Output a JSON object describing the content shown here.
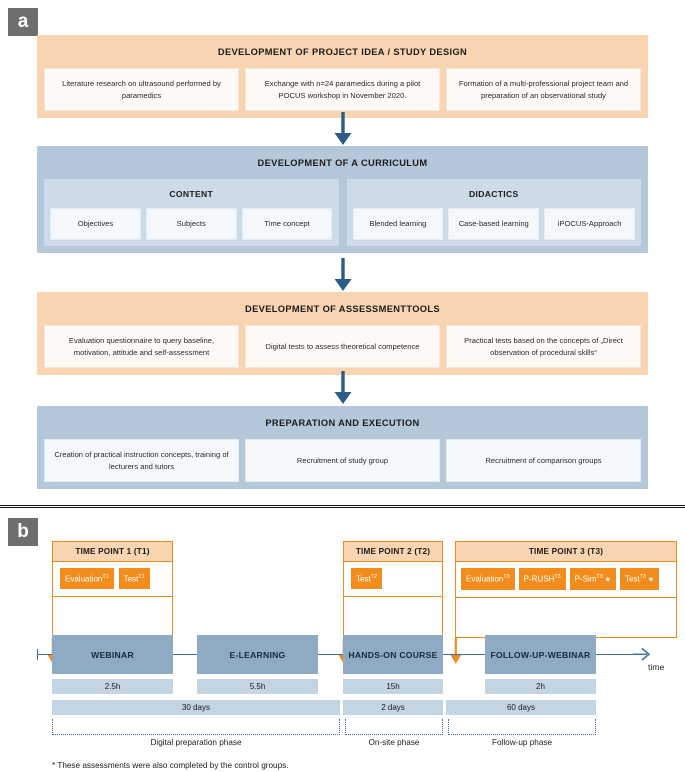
{
  "panels": {
    "a": {
      "tag": "a"
    },
    "b": {
      "tag": "b"
    }
  },
  "flowchart": {
    "stages": [
      {
        "title": "DEVELOPMENT OF PROJECT IDEA / STUDY DESIGN",
        "color": "#f8d5b0",
        "cells": [
          "Literature research on ultrasound performed by paramedics",
          "Exchange with n=24 paramedics during a pilot POCUS workshop in November 2020.",
          "Formation of a multi-professional project team and preparation of an observational study"
        ]
      },
      {
        "title": "DEVELOPMENT OF A CURRICULUM",
        "color": "#b5c8da",
        "groups": [
          {
            "title": "CONTENT",
            "cells": [
              "Objectives",
              "Subjects",
              "Time concept"
            ]
          },
          {
            "title": "DIDACTICS",
            "cells": [
              "Blended learning",
              "Case-based learning",
              "iPOCUS-Approach"
            ]
          }
        ]
      },
      {
        "title": "DEVELOPMENT OF ASSESSMENTTOOLS",
        "color": "#f8d5b0",
        "cells": [
          "Evaluation questionnaire to query baseline, motivation, attitude and self-assessment",
          "Digital tests to assess theoretical competence",
          "Practical tests based on the concepts of „Direct observation of procedural skills“"
        ]
      },
      {
        "title": "PREPARATION AND EXECUTION",
        "color": "#b5c8da",
        "cells": [
          "Creation of practical instruction concepts, training of lecturers and tutors",
          "Recruitment of study group",
          "Recruitment of comparison groups"
        ]
      }
    ],
    "connector_icon": "arrow-down-icon"
  },
  "timeline": {
    "time_points": [
      {
        "title": "TIME POINT 1 (T1)",
        "assessments": [
          {
            "name": "Evaluation",
            "sup": "T1",
            "star": false
          },
          {
            "name": "Test",
            "sup": "T1",
            "star": false
          }
        ]
      },
      {
        "title": "TIME POINT 2 (T2)",
        "assessments": [
          {
            "name": "Test",
            "sup": "T2",
            "star": false
          }
        ]
      },
      {
        "title": "TIME POINT 3 (T3)",
        "assessments": [
          {
            "name": "Evaluation",
            "sup": "T3",
            "star": false
          },
          {
            "name": "P-RUSH",
            "sup": "T3",
            "star": false
          },
          {
            "name": "P-Sim",
            "sup": "T3",
            "star": true
          },
          {
            "name": "Test",
            "sup": "T3",
            "star": true
          }
        ]
      }
    ],
    "steps": [
      {
        "label": "WEBINAR",
        "duration": "2.5h"
      },
      {
        "label": "E-LEARNING",
        "duration": "5.5h"
      },
      {
        "label": "HANDS-ON COURSE",
        "duration": "15h"
      },
      {
        "label": "FOLLOW-UP-WEBINAR",
        "duration": "2h"
      }
    ],
    "spans": [
      {
        "label": "30 days"
      },
      {
        "label": "2 days"
      },
      {
        "label": "60 days"
      }
    ],
    "phases": [
      {
        "label": "Digital preparation phase"
      },
      {
        "label": "On-site phase"
      },
      {
        "label": "Follow-up phase"
      }
    ],
    "axis_label": "time",
    "footnote": "* These assessments were also completed by the control groups.",
    "colors": {
      "orange": "#f28c1c",
      "orange_light": "#f8d5b0",
      "blue_step": "#8fabc4",
      "blue_span": "#c3d4e2",
      "axis": "#3f6e99"
    }
  }
}
